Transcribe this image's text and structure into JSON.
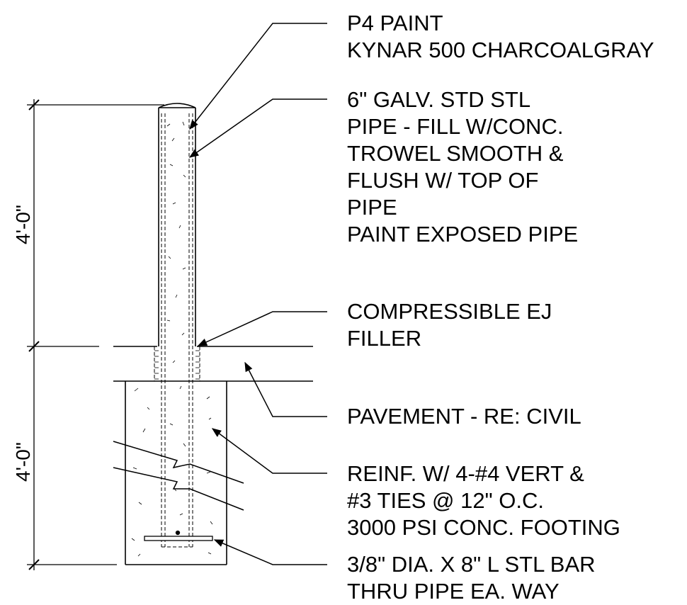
{
  "callouts": {
    "paint": [
      "P4 PAINT",
      "KYNAR 500 CHARCOALGRAY"
    ],
    "pipe": [
      "6\" GALV. STD STL",
      "PIPE - FILL W/CONC.",
      "TROWEL SMOOTH &",
      "FLUSH W/ TOP OF",
      "PIPE",
      "PAINT EXPOSED PIPE"
    ],
    "filler": [
      "COMPRESSIBLE EJ",
      "FILLER"
    ],
    "pavement": [
      "PAVEMENT - RE: CIVIL"
    ],
    "footing": [
      "REINF. W/ 4-#4 VERT &",
      "#3 TIES @ 12\" O.C.",
      "3000 PSI CONC. FOOTING"
    ],
    "bar": [
      "3/8\" DIA. X 8\" L STL BAR",
      "THRU PIPE EA. WAY"
    ]
  },
  "dimensions": {
    "upper": "4'-0\"",
    "lower": "4'-0\""
  }
}
